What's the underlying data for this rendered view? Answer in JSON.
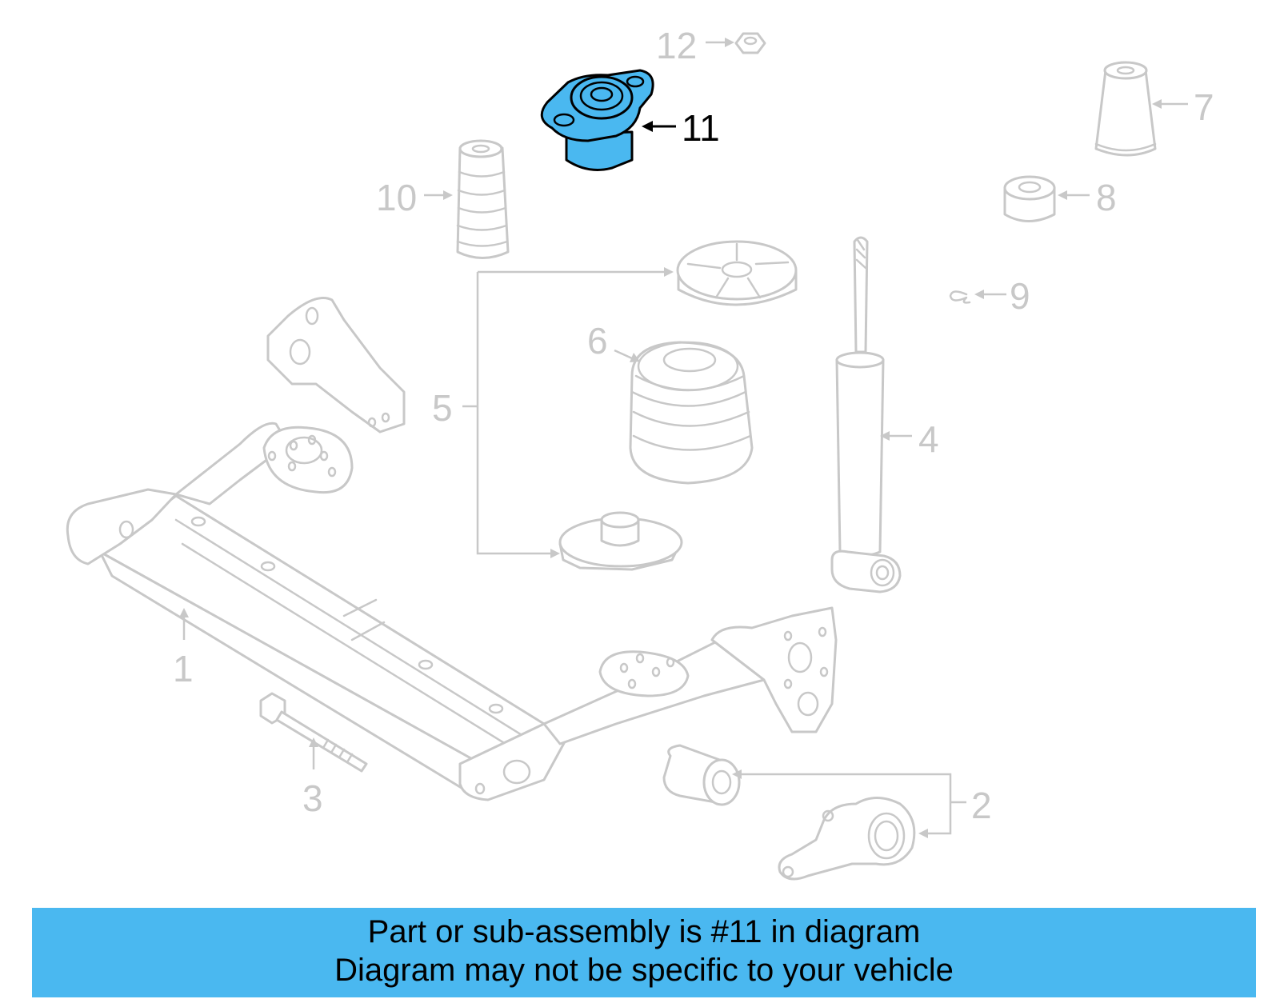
{
  "callouts": {
    "c1": "1",
    "c2": "2",
    "c3": "3",
    "c4": "4",
    "c5": "5",
    "c6": "6",
    "c7": "7",
    "c8": "8",
    "c9": "9",
    "c10": "10",
    "c11": "11",
    "c12": "12"
  },
  "highlighted_part": "11",
  "colors": {
    "highlight": "#4ab8f0",
    "line_art": "#c8c8c8",
    "banner": "#4ab8f0"
  },
  "banner": {
    "line1": "Part or sub-assembly is #11 in diagram",
    "line2": "Diagram may not be specific to your vehicle"
  }
}
